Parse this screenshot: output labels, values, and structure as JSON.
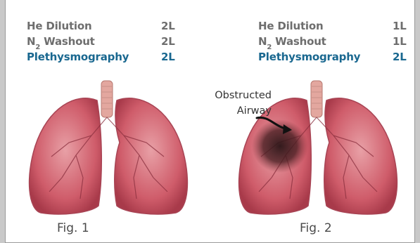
{
  "figures": [
    {
      "stats": [
        {
          "label_main": "He Dilution",
          "label_sub": "",
          "label_after": "",
          "value": "2L",
          "style": "gray"
        },
        {
          "label_main": "N",
          "label_sub": "2",
          "label_after": " Washout",
          "value": "2L",
          "style": "gray"
        },
        {
          "label_main": "Plethysmography",
          "label_sub": "",
          "label_after": "",
          "value": "2L",
          "style": "blue"
        }
      ],
      "caption": "Fig. 1"
    },
    {
      "stats": [
        {
          "label_main": "He Dilution",
          "label_sub": "",
          "label_after": "",
          "value": "1L",
          "style": "gray"
        },
        {
          "label_main": "N",
          "label_sub": "2",
          "label_after": " Washout",
          "value": "1L",
          "style": "gray"
        },
        {
          "label_main": "Plethysmography",
          "label_sub": "",
          "label_after": "",
          "value": "2L",
          "style": "blue"
        }
      ],
      "caption": "Fig. 2",
      "callout_line1": "Obstructed",
      "callout_line2": "Airway"
    }
  ],
  "colors": {
    "gray_text": "#6e6e6e",
    "blue_text": "#1a6890",
    "lung_fill": "#cf5c6a",
    "lung_light": "#e79aa0",
    "obstruction": "#2a1416"
  }
}
